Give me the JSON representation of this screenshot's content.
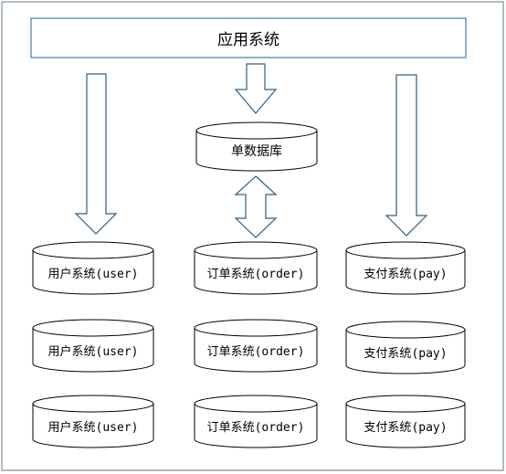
{
  "app_box": {
    "label": "应用系统"
  },
  "single_db": {
    "label": "单数据库"
  },
  "databases": [
    {
      "name": "用户系统",
      "suffix": "(user)"
    },
    {
      "name": "订单系统",
      "suffix": "(order)"
    },
    {
      "name": "支付系统",
      "suffix": "(pay)"
    },
    {
      "name": "用户系统",
      "suffix": "(user)"
    },
    {
      "name": "订单系统",
      "suffix": "(order)"
    },
    {
      "name": "支付系统",
      "suffix": "(pay)"
    },
    {
      "name": "用户系统",
      "suffix": "(user)"
    },
    {
      "name": "订单系统",
      "suffix": "(order)"
    },
    {
      "name": "支付系统",
      "suffix": "(pay)"
    }
  ],
  "colors": {
    "frame": "#5b7a8c",
    "app_box": "#3f7fa8",
    "arrow": "#2e5f86",
    "cylinder": "#000000"
  }
}
